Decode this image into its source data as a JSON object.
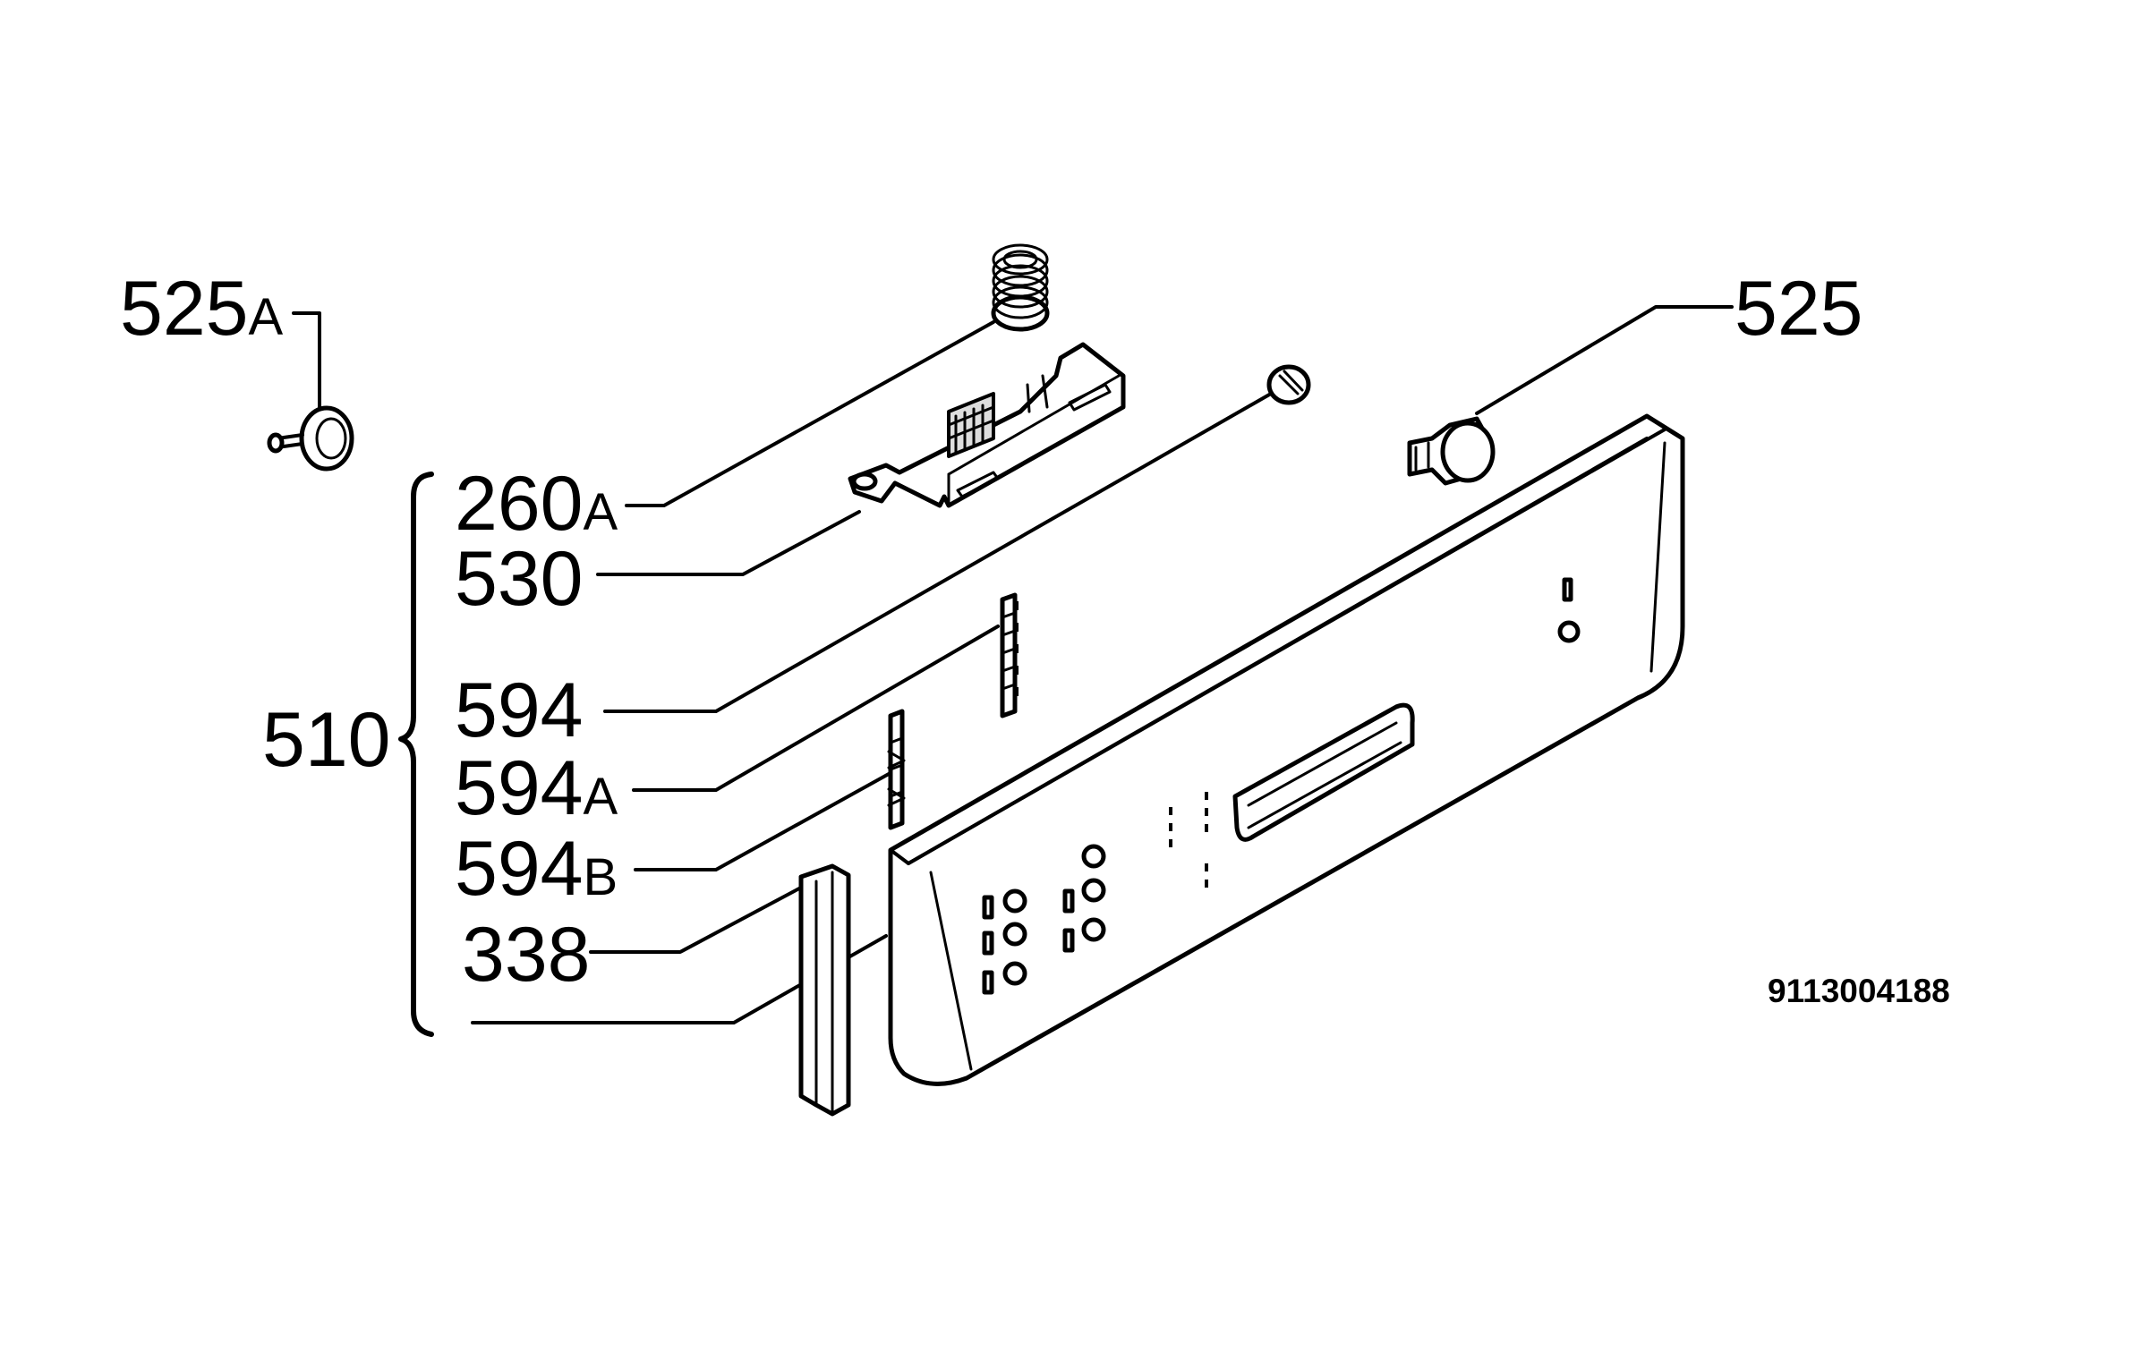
{
  "diagram": {
    "drawing_number": "9113004188",
    "labels": {
      "p525a": {
        "main": "525",
        "suffix": "A"
      },
      "p260a": {
        "main": "260",
        "suffix": "A"
      },
      "p530": {
        "main": "530"
      },
      "p594": {
        "main": "594"
      },
      "p594a": {
        "main": "594",
        "suffix": "A"
      },
      "p594b": {
        "main": "594",
        "suffix": "B"
      },
      "p338": {
        "main": "338"
      },
      "p510": {
        "main": "510"
      },
      "p525": {
        "main": "525"
      }
    }
  }
}
